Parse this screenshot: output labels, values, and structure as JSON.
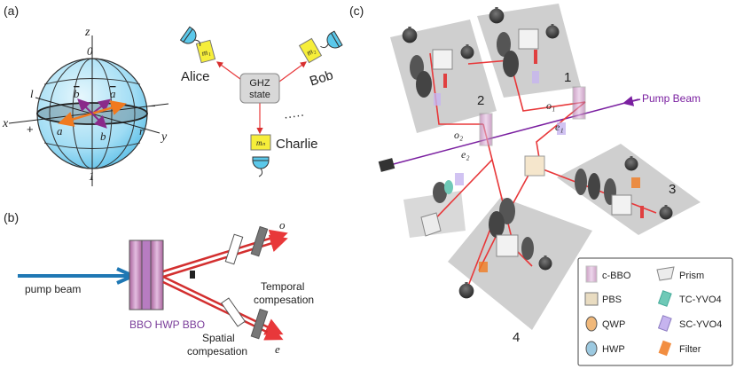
{
  "panel_a": {
    "label": "(a)",
    "axis_z": "z",
    "axis_x": "x",
    "axis_y": "y",
    "pole_top": "0",
    "pole_bottom": "1",
    "bar_b": "b",
    "bar_a": "a",
    "vec_a": "a",
    "vec_b": "b",
    "mark_l": "l",
    "mark_r": "r",
    "mark_plus": "+",
    "mark_minus": "−"
  },
  "ghz": {
    "center_line1": "GHZ",
    "center_line2": "state",
    "alice": "Alice",
    "bob": "Bob",
    "charlie": "Charlie",
    "m_alice": "m₁",
    "m_bob": "m₂",
    "m_charlie": "mₙ",
    "dots": "·····"
  },
  "panel_b": {
    "label": "(b)",
    "pump_beam": "pump beam",
    "crystals": "BBO HWP BBO",
    "temporal_l1": "Temporal",
    "temporal_l2": "compesation",
    "spatial_l1": "Spatial",
    "spatial_l2": "compesation",
    "out_o": "o",
    "out_e": "e"
  },
  "panel_c": {
    "label": "(c)",
    "pump_beam": "Pump Beam",
    "stations": [
      "1",
      "2",
      "3",
      "4"
    ],
    "beams": [
      "o₁",
      "e₁",
      "o₂",
      "e₂"
    ],
    "legend": [
      {
        "name": "c-BBO",
        "icon": "cbbo-icon"
      },
      {
        "name": "Prism",
        "icon": "prism-icon"
      },
      {
        "name": "PBS",
        "icon": "pbs-icon"
      },
      {
        "name": "TC-YVO4",
        "icon": "tc-yvo4-icon"
      },
      {
        "name": "QWP",
        "icon": "qwp-icon"
      },
      {
        "name": "SC-YVO4",
        "icon": "sc-yvo4-icon"
      },
      {
        "name": "HWP",
        "icon": "hwp-icon"
      },
      {
        "name": "Filter",
        "icon": "filter-icon"
      }
    ]
  },
  "colors": {
    "beam_red": "#e8383a",
    "pump_purple": "#7a1fa0",
    "pump_blue": "#1f78b4",
    "sphere_blue": "#8fd6f2",
    "tag_yellow": "#f6ee3a",
    "detector_cyan": "#5bc8ea",
    "platform_gray": "#cfcfcf",
    "crystal_pink": "#c99ad8"
  }
}
